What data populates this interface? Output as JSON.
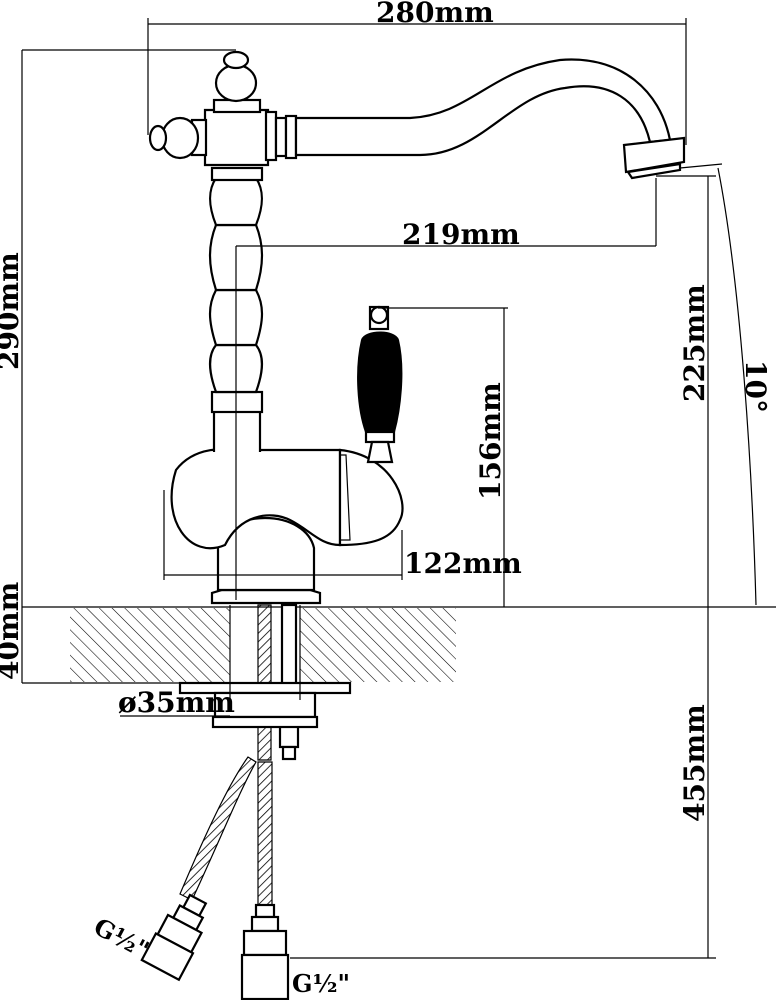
{
  "dimensions": {
    "width_total": "280mm",
    "spout_reach": "219mm",
    "height_total": "290mm",
    "spout_height": "225mm",
    "lever_height": "156mm",
    "base_width": "122mm",
    "counter_thickness": "40mm",
    "hole_diameter": "ø35mm",
    "hose_length": "455mm",
    "swivel_angle": "10°",
    "thread_left": "G½\"",
    "thread_right": "G½\""
  },
  "colors": {
    "line": "#000000",
    "background": "#ffffff",
    "lever_handle": "#000000"
  }
}
